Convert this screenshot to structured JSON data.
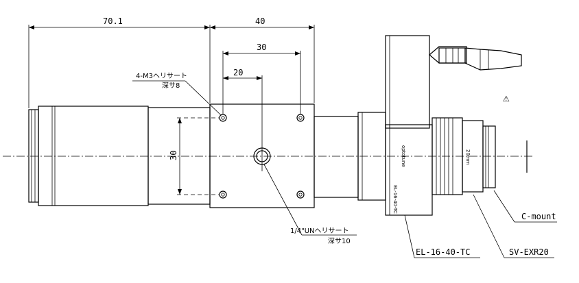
{
  "dimensions": {
    "overall_left": "70.1",
    "block_width": "40",
    "hole_spacing": "30",
    "center_to_hole": "20",
    "vertical_spacing": "30"
  },
  "callouts": {
    "m3_insert_line1": "4-M3ヘリサート",
    "m3_insert_line2": "深サ8",
    "un_insert_line1": "1/4\"UNヘリサート",
    "un_insert_line2": "深サ10",
    "c_mount": "C-mount",
    "lens_model": "EL-16-40-TC",
    "sv_model": "SV-EXR20"
  },
  "markings": {
    "brand": "optotune",
    "body_model": "EL-16-40-TC",
    "size_20mm": "20mm",
    "warning_symbol": "⚠"
  }
}
